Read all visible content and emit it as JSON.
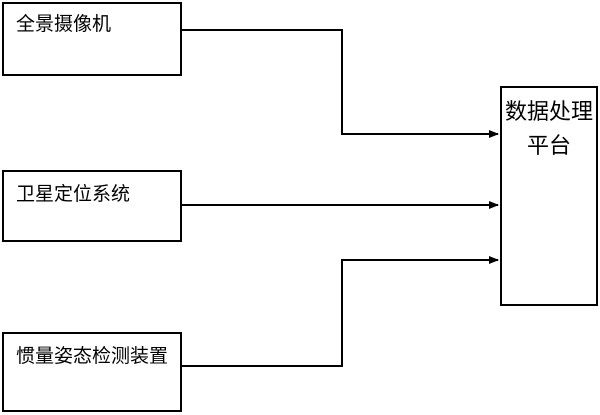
{
  "boxes": {
    "camera": "全景摄像机",
    "satellite": "卫星定位系统",
    "inertial": "惯量姿态检测装置",
    "platform": "数据处理平台"
  },
  "colors": {
    "line": "#000000",
    "box_border": "#000000",
    "background": "#ffffff"
  }
}
